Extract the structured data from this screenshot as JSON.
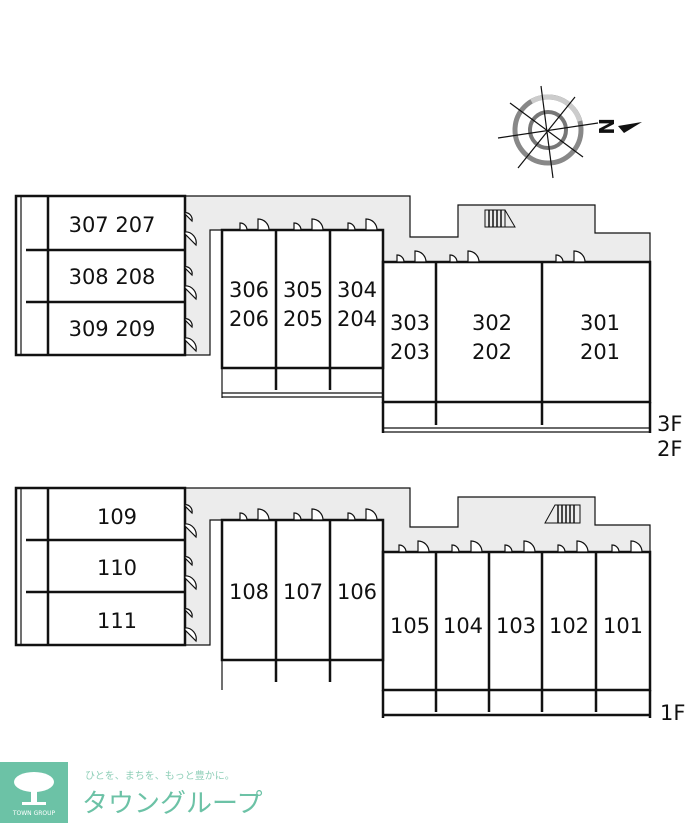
{
  "compass": {
    "north_label": "N",
    "icon": "compass-icon"
  },
  "upper": {
    "floors": [
      "3F",
      "2F"
    ],
    "left_units": [
      "307 207",
      "308 208",
      "309 209"
    ],
    "middle_units": [
      [
        "306",
        "206"
      ],
      [
        "305",
        "205"
      ],
      [
        "304",
        "204"
      ]
    ],
    "right_units": [
      [
        "303",
        "203"
      ],
      [
        "302",
        "202"
      ],
      [
        "301",
        "201"
      ]
    ]
  },
  "lower": {
    "floor": "1F",
    "left_units": [
      "109",
      "110",
      "111"
    ],
    "middle_units": [
      "108",
      "107",
      "106"
    ],
    "right_units": [
      "105",
      "104",
      "103",
      "102",
      "101"
    ]
  },
  "logo": {
    "tagline": "ひとを、まちを、もっと豊かに。",
    "name": "タウングループ",
    "badge": "TOWN GROUP",
    "color": "#6cc2a6"
  }
}
